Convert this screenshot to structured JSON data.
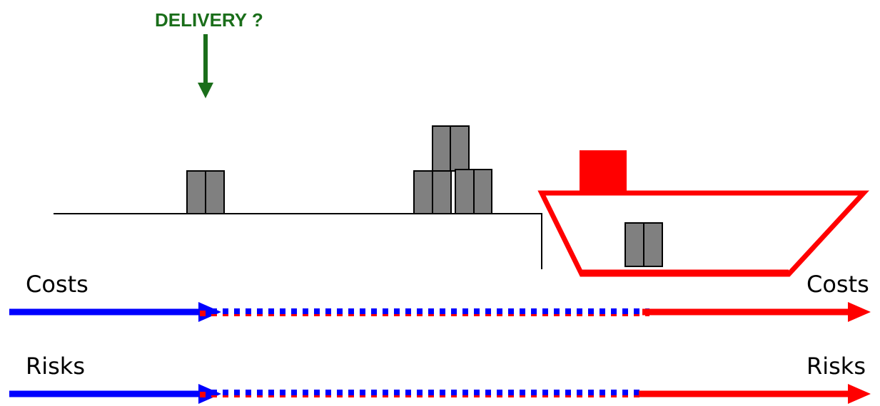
{
  "delivery_label": "DELIVERY ?",
  "rows": [
    {
      "left_label": "Costs",
      "right_label": "Costs"
    },
    {
      "left_label": "Risks",
      "right_label": "Risks"
    }
  ],
  "colors": {
    "seller": "#0000ff",
    "buyer": "#ff0000",
    "delivery": "#1a6e1a",
    "container": "#808080",
    "ground": "#000000"
  }
}
